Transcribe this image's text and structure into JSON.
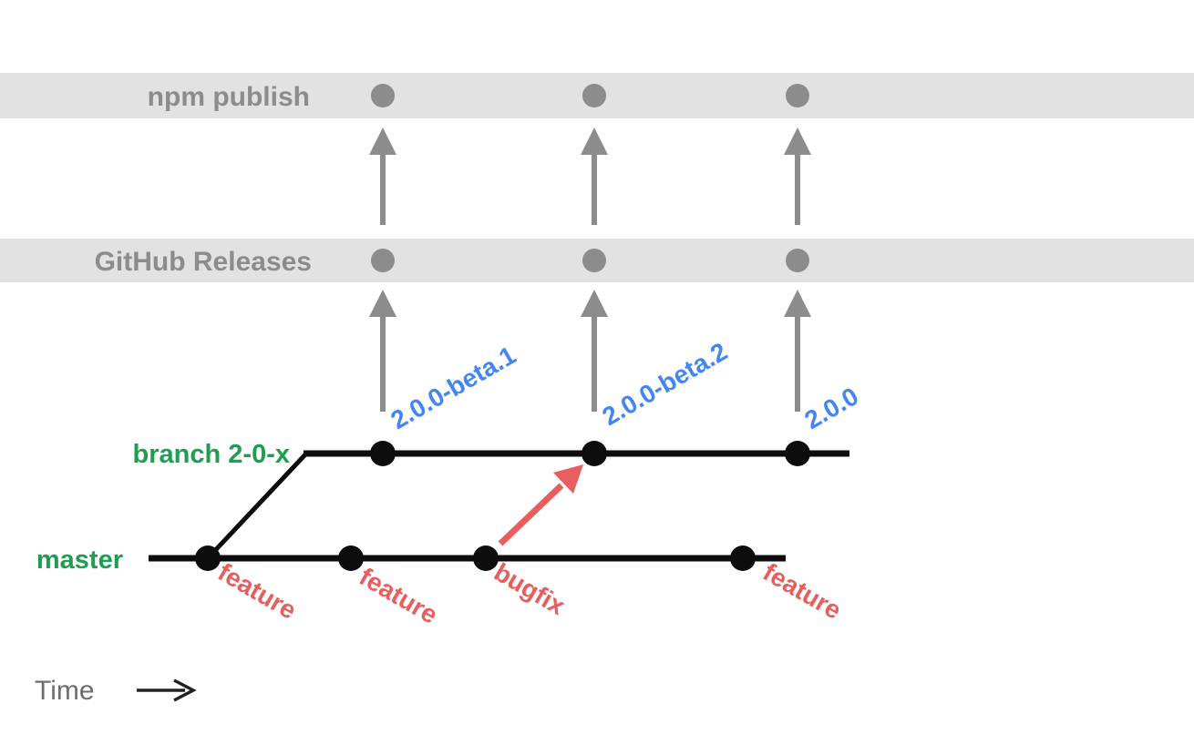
{
  "diagram": {
    "bands": {
      "npm": {
        "label": "npm publish"
      },
      "github": {
        "label": "GitHub Releases"
      }
    },
    "branches": {
      "release": {
        "label": "branch 2-0-x"
      },
      "master": {
        "label": "master"
      }
    },
    "release_tags": [
      "2.0.0-beta.1",
      "2.0.0-beta.2",
      "2.0.0"
    ],
    "master_commits": [
      "feature",
      "feature",
      "bugfix",
      "feature"
    ],
    "time_label": "Time",
    "colors": {
      "green": "#1e9e50",
      "blue": "#4285f4",
      "red": "#e85d5d",
      "gray": "#8c8c8c",
      "band_bg": "#e2e2e2",
      "black": "#0d0d0d",
      "time_gray": "#6d6d6d"
    }
  }
}
